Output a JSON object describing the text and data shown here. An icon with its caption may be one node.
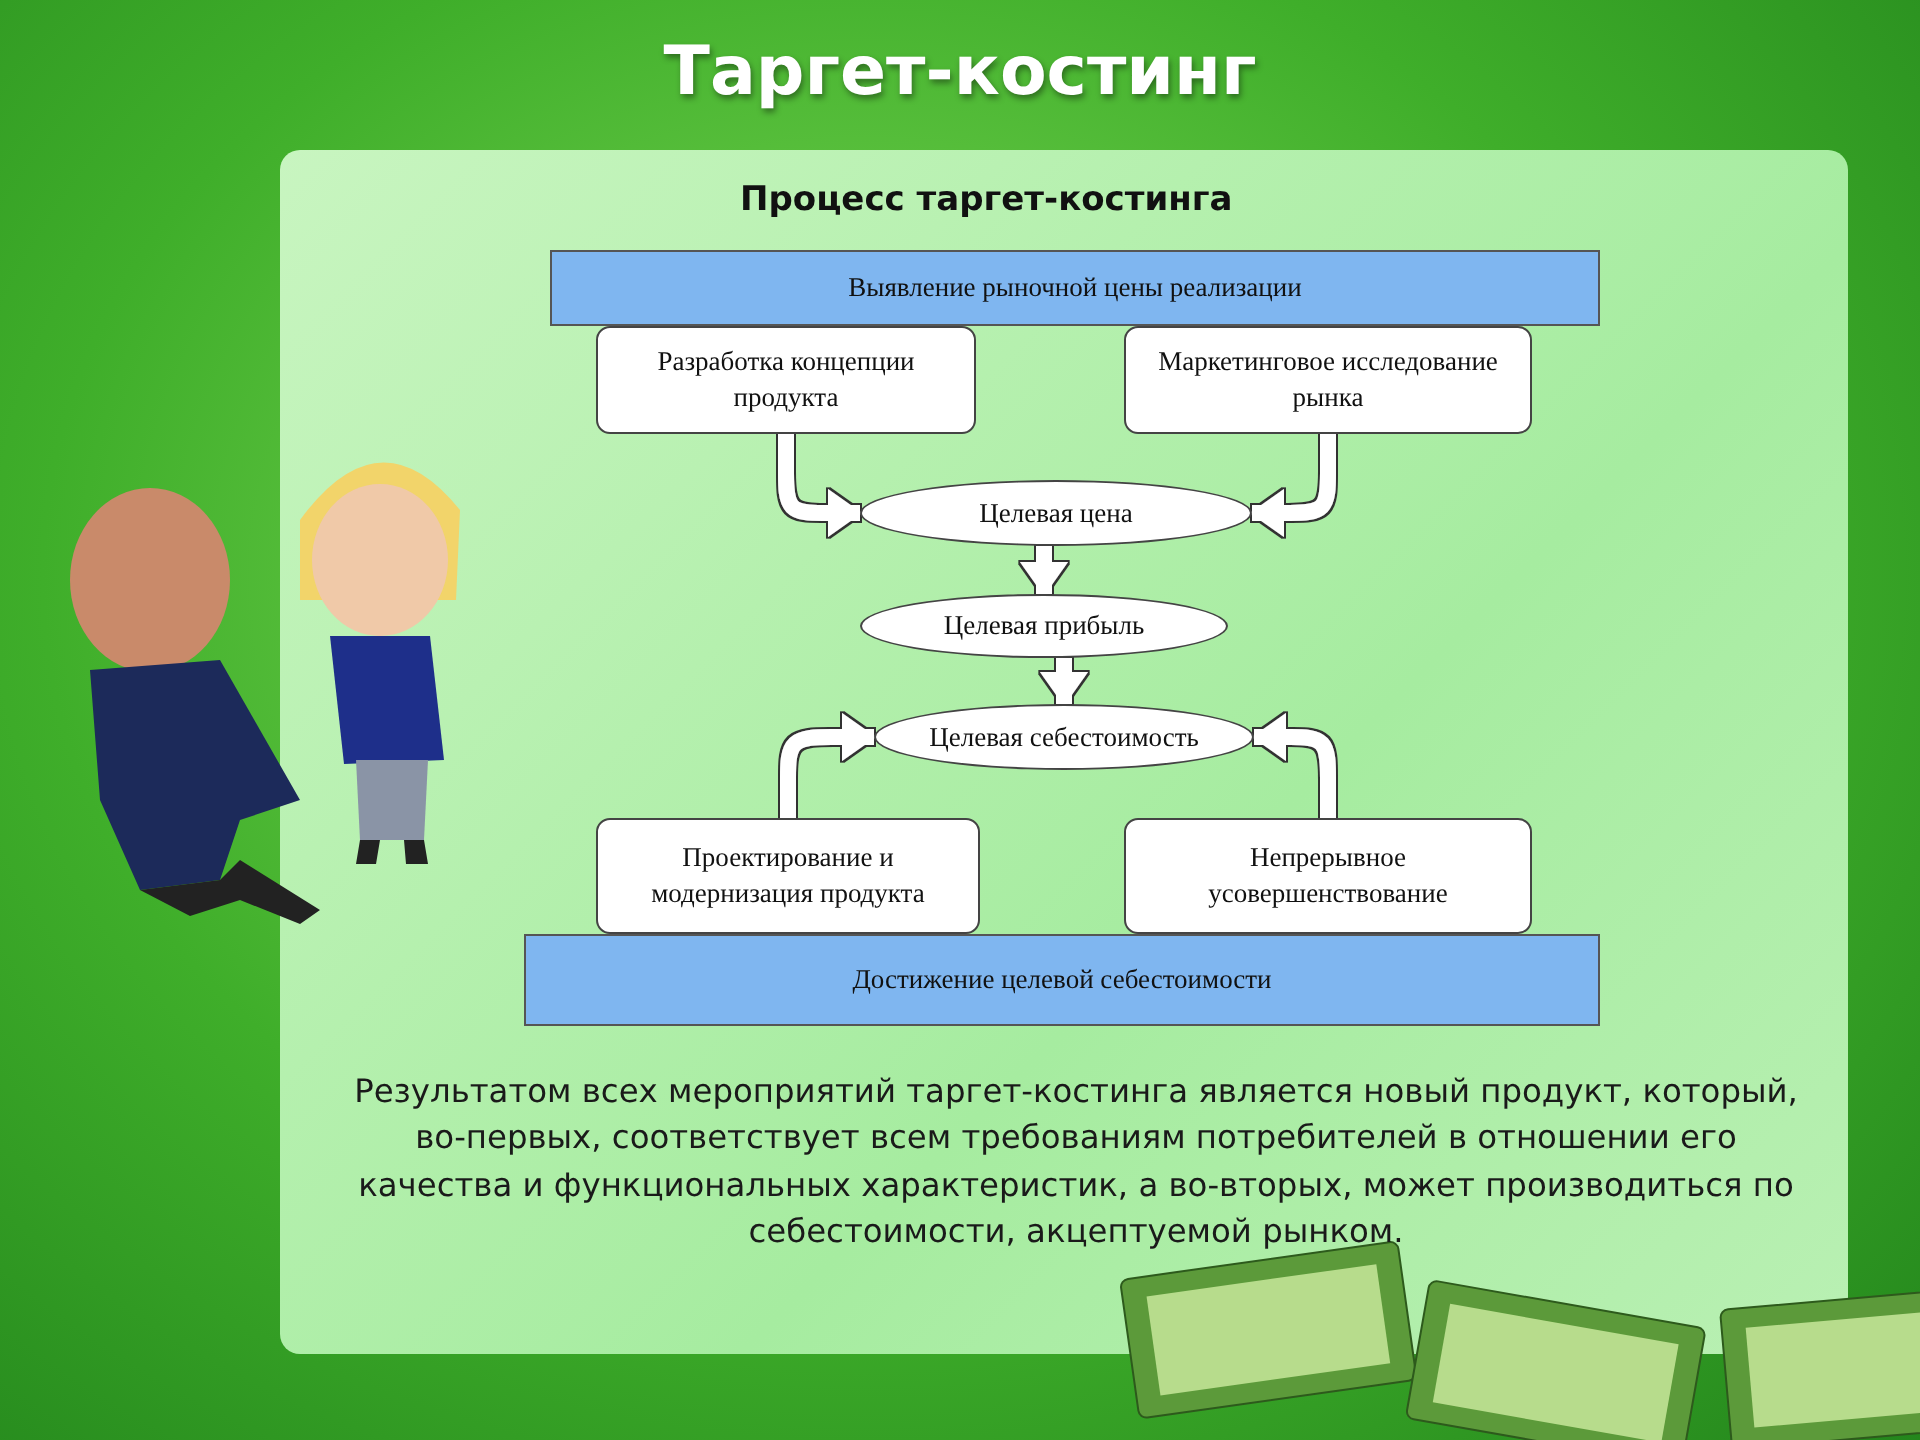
{
  "diagram": {
    "title": "Таргет-костинг",
    "caption": "Результатом всех мероприятий таргет-костинга является новый продукт, который, во-первых, соответствует всем требованиям потребителей в отношении его качества и функциональных характеристик, а во-вторых, может производиться по себестоимости, акцептуемой рынком.",
    "labels": [
      "Процесс таргет-костинга"
    ],
    "nodes": [
      {
        "text": [
          "Выявление рыночной цены реализации"
        ]
      },
      {
        "text": [
          "Разработка концепции продукта"
        ]
      },
      {
        "text": [
          "Маркетинговое исследование рынка"
        ]
      },
      {
        "text": [
          "Целевая цена"
        ]
      },
      {
        "text": [
          "Целевая прибыль"
        ]
      },
      {
        "text": [
          "Целевая себестоимость"
        ]
      },
      {
        "text": [
          "Проектирование и модернизация продукта"
        ]
      },
      {
        "text": [
          "Непрерывное усовершенствование"
        ]
      },
      {
        "text": [
          "Достижение целевой себестоимости"
        ]
      }
    ],
    "edges": [
      {
        "from": 1,
        "to": 3,
        "arrow": "to"
      },
      {
        "from": 2,
        "to": 3,
        "arrow": "to"
      },
      {
        "from": 3,
        "to": 4,
        "arrow": "to"
      },
      {
        "from": 4,
        "to": 5,
        "arrow": "to"
      },
      {
        "from": 6,
        "to": 5,
        "arrow": "to"
      },
      {
        "from": 7,
        "to": 5,
        "arrow": "to"
      }
    ]
  }
}
